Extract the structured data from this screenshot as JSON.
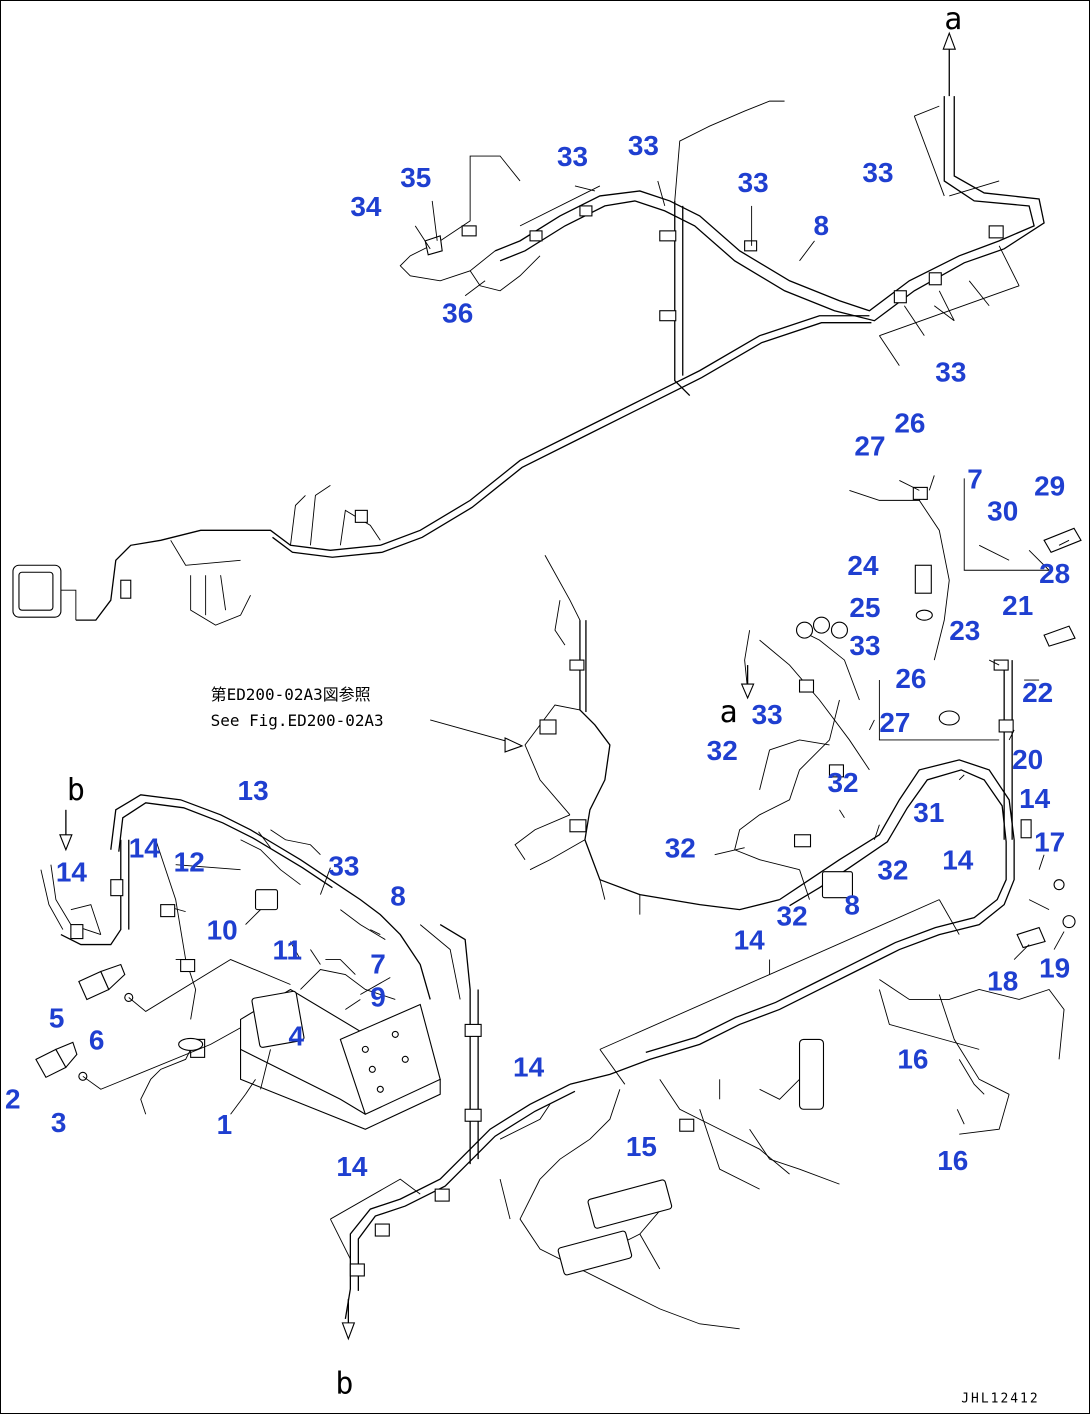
{
  "reference_note": {
    "line1": "第ED200-02A3図参照",
    "line2": "See Fig.ED200-02A3"
  },
  "drawing_number": "JHL12412",
  "connectors": {
    "a_top": "a",
    "a_mid": "a",
    "b_left": "b",
    "b_bottom": "b"
  },
  "callouts": [
    {
      "id": "c34",
      "label": "34"
    },
    {
      "id": "c35",
      "label": "35"
    },
    {
      "id": "c36",
      "label": "36"
    },
    {
      "id": "c33a",
      "label": "33"
    },
    {
      "id": "c33b",
      "label": "33"
    },
    {
      "id": "c33c",
      "label": "33"
    },
    {
      "id": "c8a",
      "label": "8"
    },
    {
      "id": "c33d",
      "label": "33"
    },
    {
      "id": "c33e",
      "label": "33"
    },
    {
      "id": "c27a",
      "label": "27"
    },
    {
      "id": "c26a",
      "label": "26"
    },
    {
      "id": "c7a",
      "label": "7"
    },
    {
      "id": "c29",
      "label": "29"
    },
    {
      "id": "c30",
      "label": "30"
    },
    {
      "id": "c28",
      "label": "28"
    },
    {
      "id": "c24",
      "label": "24"
    },
    {
      "id": "c21",
      "label": "21"
    },
    {
      "id": "c25",
      "label": "25"
    },
    {
      "id": "c23",
      "label": "23"
    },
    {
      "id": "c33f",
      "label": "33"
    },
    {
      "id": "c26b",
      "label": "26"
    },
    {
      "id": "c22",
      "label": "22"
    },
    {
      "id": "c33g",
      "label": "33"
    },
    {
      "id": "c27b",
      "label": "27"
    },
    {
      "id": "c32a",
      "label": "32"
    },
    {
      "id": "c20",
      "label": "20"
    },
    {
      "id": "c32b",
      "label": "32"
    },
    {
      "id": "c14a",
      "label": "14"
    },
    {
      "id": "c31",
      "label": "31"
    },
    {
      "id": "c17",
      "label": "17"
    },
    {
      "id": "c32c",
      "label": "32"
    },
    {
      "id": "c32d",
      "label": "32"
    },
    {
      "id": "c14b",
      "label": "14"
    },
    {
      "id": "c8b",
      "label": "8"
    },
    {
      "id": "c32e",
      "label": "32"
    },
    {
      "id": "c14c",
      "label": "14"
    },
    {
      "id": "c18",
      "label": "18"
    },
    {
      "id": "c19",
      "label": "19"
    },
    {
      "id": "c16a",
      "label": "16"
    },
    {
      "id": "c16b",
      "label": "16"
    },
    {
      "id": "c13",
      "label": "13"
    },
    {
      "id": "c14d",
      "label": "14"
    },
    {
      "id": "c12",
      "label": "12"
    },
    {
      "id": "c14e",
      "label": "14"
    },
    {
      "id": "c33h",
      "label": "33"
    },
    {
      "id": "c8c",
      "label": "8"
    },
    {
      "id": "c10",
      "label": "10"
    },
    {
      "id": "c11",
      "label": "11"
    },
    {
      "id": "c7b",
      "label": "7"
    },
    {
      "id": "c9",
      "label": "9"
    },
    {
      "id": "c5",
      "label": "5"
    },
    {
      "id": "c6",
      "label": "6"
    },
    {
      "id": "c4",
      "label": "4"
    },
    {
      "id": "c2",
      "label": "2"
    },
    {
      "id": "c3",
      "label": "3"
    },
    {
      "id": "c1",
      "label": "1"
    },
    {
      "id": "c14f",
      "label": "14"
    },
    {
      "id": "c15",
      "label": "15"
    },
    {
      "id": "c14g",
      "label": "14"
    }
  ]
}
